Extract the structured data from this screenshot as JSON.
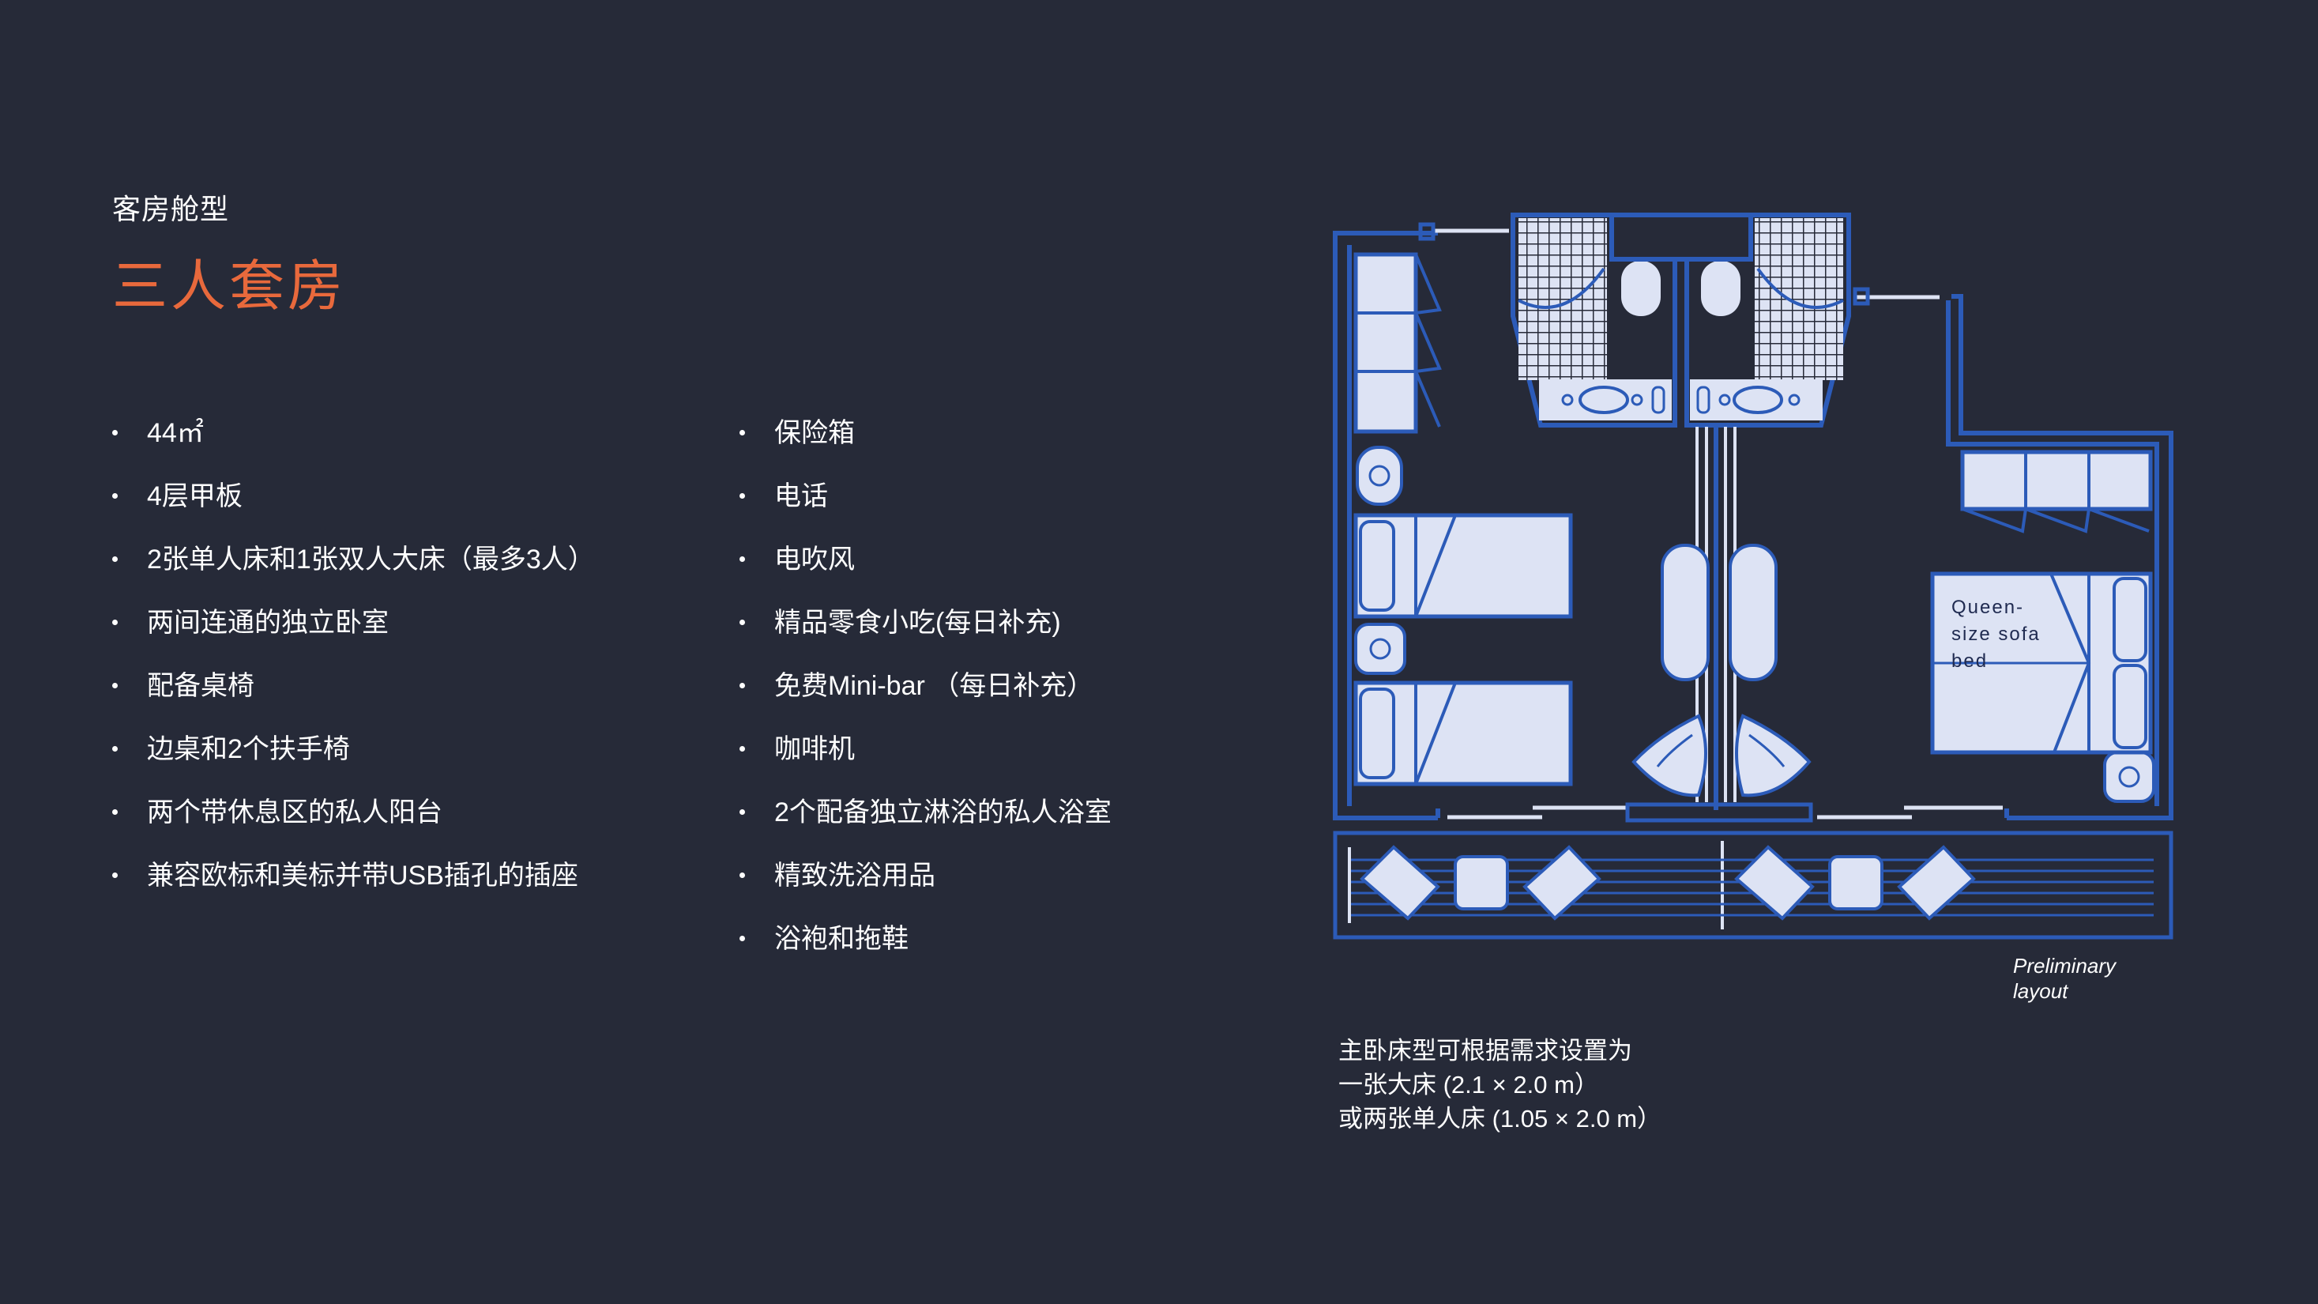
{
  "header": {
    "eyebrow": "客房舱型",
    "title": "三人套房"
  },
  "features_left": [
    "44㎡",
    "4层甲板",
    "2张单人床和1张双人大床（最多3人）",
    "两间连通的独立卧室",
    "配备桌椅",
    "边桌和2个扶手椅",
    "两个带休息区的私人阳台",
    "兼容欧标和美标并带USB插孔的插座"
  ],
  "features_right": [
    "保险箱",
    "电话",
    "电吹风",
    "精品零食小吃(每日补充)",
    "免费Mini-bar （每日补充）",
    "咖啡机",
    "2个配备独立淋浴的私人浴室",
    "精致洗浴用品",
    "浴袍和拖鞋"
  ],
  "floorplan": {
    "sofa_label_lines": [
      "Queen-",
      "size sofa",
      "bed"
    ],
    "caption_lines": [
      "Preliminary",
      "layout"
    ]
  },
  "bed_note": {
    "lines": [
      "主卧床型可根据需求设置为",
      "一张大床 (2.1 × 2.0 m）",
      "或两张单人床 (1.05 × 2.0 m）"
    ]
  },
  "colors": {
    "background": "#262a38",
    "accent": "#e8693c",
    "plan_wall": "#2c5bb8",
    "plan_fill": "#dde3f4"
  }
}
